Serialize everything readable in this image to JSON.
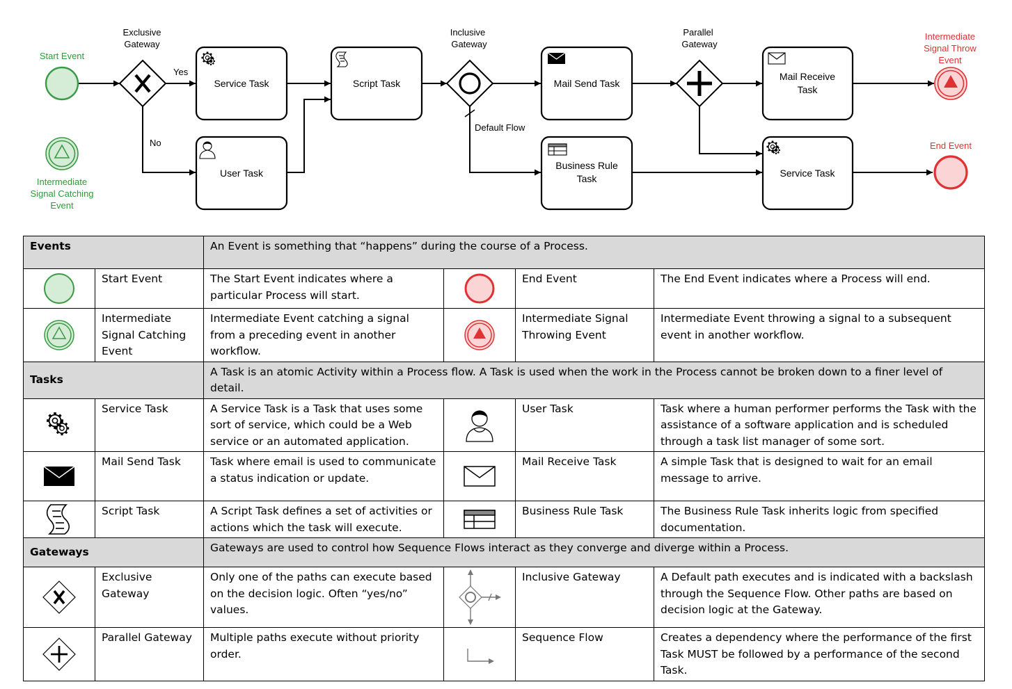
{
  "diagram": {
    "start_event": "Start Event",
    "exclusive_gateway": [
      "Exclusive",
      "Gateway"
    ],
    "yes": "Yes",
    "no": "No",
    "service_task": "Service Task",
    "user_task": "User Task",
    "script_task": "Script Task",
    "inclusive_gateway": [
      "Inclusive",
      "Gateway"
    ],
    "default_flow": "Default Flow",
    "mail_send_task": "Mail Send Task",
    "business_rule_task": [
      "Business Rule",
      "Task"
    ],
    "parallel_gateway": [
      "Parallel",
      "Gateway"
    ],
    "mail_receive_task": [
      "Mail Receive",
      "Task"
    ],
    "service_task_2": "Service Task",
    "signal_throw_event": [
      "Intermediate",
      "Signal Throw",
      "Event"
    ],
    "end_event": "End Event",
    "signal_catch_event": [
      "Intermediate",
      "Signal Catching",
      "Event"
    ]
  },
  "colors": {
    "start_stroke": "#3a9a45",
    "start_fill": "#d5ecd6",
    "end_stroke": "#e03232",
    "end_fill": "#fbd4d6",
    "header_bg": "#d9d9d9"
  },
  "table": {
    "events": {
      "title": "Events",
      "desc": "An Event is something that “happens” during the course of a Process.",
      "rows": [
        {
          "left_icon": "start-event-icon",
          "left_name": "Start Event",
          "left_desc": "The Start Event indicates where a particular Process will start.",
          "right_icon": "end-event-icon",
          "right_name": "End Event",
          "right_desc": "The End Event indicates where a Process will end."
        },
        {
          "left_icon": "signal-catch-icon",
          "left_name": "Intermediate Signal Catching Event",
          "left_desc": "Intermediate Event catching a signal from a preceding event in another workflow.",
          "right_icon": "signal-throw-icon",
          "right_name": "Intermediate Signal Throwing Event",
          "right_desc": "Intermediate Event throwing a signal to a subsequent event in another workflow."
        }
      ]
    },
    "tasks": {
      "title": "Tasks",
      "desc": "A Task is an atomic Activity within a Process flow. A Task is used when the work in the Process cannot be broken down to a finer level of detail.",
      "rows": [
        {
          "left_icon": "gear-icon",
          "left_name": "Service Task",
          "left_desc": "A Service Task is a Task that uses some sort of service, which could be a Web service or an automated application.",
          "right_icon": "user-icon",
          "right_name": "User Task",
          "right_desc": "Task where a human performer performs the Task with the assistance of a software application and is scheduled through a task list manager of some sort."
        },
        {
          "left_icon": "envelope-filled-icon",
          "left_name": "Mail Send Task",
          "left_desc": "Task where email is used to communicate a status indication or update.",
          "right_icon": "envelope-outline-icon",
          "right_name": "Mail Receive Task",
          "right_desc": "A simple Task that is designed to wait for an email message to arrive."
        },
        {
          "left_icon": "script-icon",
          "left_name": "Script Task",
          "left_desc": "A Script Task defines a set of activities or actions which the task will execute.",
          "right_icon": "business-rule-icon",
          "right_name": "Business Rule Task",
          "right_desc": "The Business Rule Task inherits logic from specified documentation."
        }
      ]
    },
    "gateways": {
      "title": "Gateways",
      "desc": "Gateways are used to control how Sequence Flows interact as they converge and diverge within a Process.",
      "rows": [
        {
          "left_icon": "exclusive-gateway-icon",
          "left_name": "Exclusive Gateway",
          "left_desc": "Only one of the paths can execute based on the decision logic. Often “yes/no” values.",
          "right_icon": "inclusive-gateway-icon",
          "right_name": "Inclusive Gateway",
          "right_desc": "A Default path executes and is indicated with a backslash through the Sequence Flow. Other paths are based on decision logic at the Gateway."
        },
        {
          "left_icon": "parallel-gateway-icon",
          "left_name": "Parallel Gateway",
          "left_desc": "Multiple paths execute without priority order.",
          "right_icon": "sequence-flow-icon",
          "right_name": "Sequence Flow",
          "right_desc": "Creates a dependency where the performance of the first Task MUST be followed by a performance of the second Task."
        }
      ]
    }
  }
}
